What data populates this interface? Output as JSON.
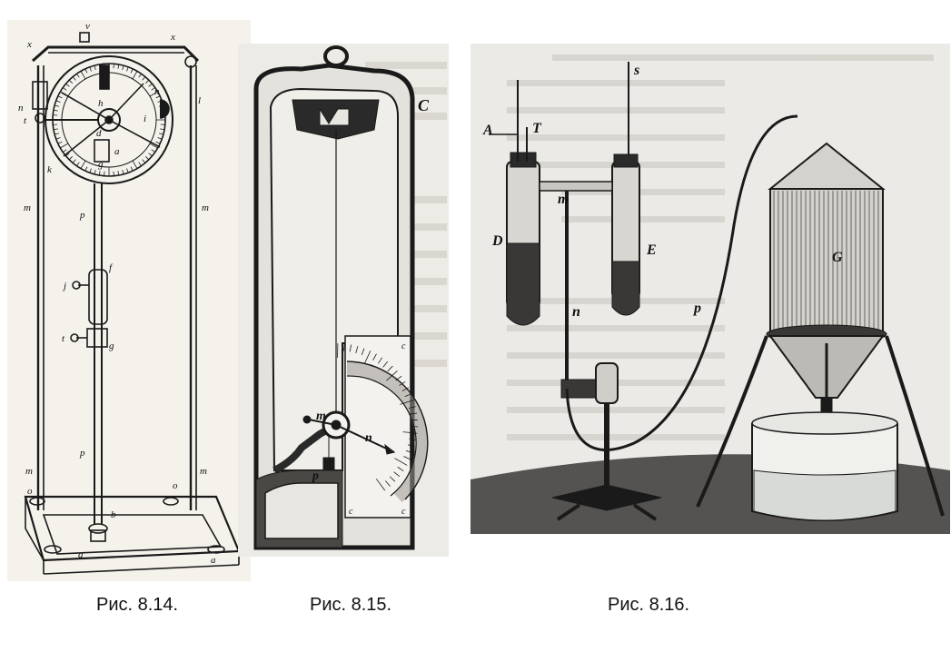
{
  "captions": {
    "fig1": "Рис. 8.14.",
    "fig2": "Рис. 8.15.",
    "fig3": "Рис. 8.16."
  },
  "fig1_labels": {
    "v": "v",
    "x": "x",
    "x2": "x",
    "h": "h",
    "n": "n",
    "n2": "n",
    "t": "t",
    "d": "d",
    "a": "a",
    "g": "g",
    "i": "i",
    "k": "k",
    "l": "l",
    "m": "m",
    "m2": "m",
    "p": "p",
    "f": "f",
    "j": "j",
    "tt": "t",
    "g2": "g",
    "p2": "p",
    "m3": "m",
    "m4": "m",
    "o": "o",
    "o2": "o",
    "b": "b",
    "a2": "a",
    "a3": "a"
  },
  "fig2_labels": {
    "C": "C",
    "c": "c",
    "m": "m",
    "n": "n",
    "p": "p",
    "c2": "c",
    "c3": "c"
  },
  "fig3_labels": {
    "A": "A",
    "T": "T",
    "s": "s",
    "m": "m",
    "D": "D",
    "E": "E",
    "n": "n",
    "p": "p",
    "G": "G"
  },
  "colors": {
    "ink": "#1a1a1a",
    "paper1": "#f5f2ec",
    "paper2": "#ecebe6",
    "paper3": "#ebeae6"
  }
}
